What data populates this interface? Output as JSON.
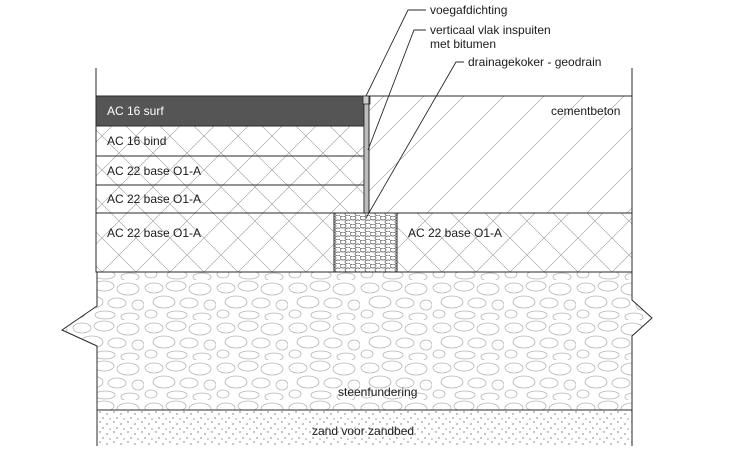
{
  "diagram": {
    "layers_left": [
      "AC 16 surf",
      "AC 16 bind",
      "AC 22 base O1-A",
      "AC 22 base O1-A",
      "AC 22 base O1-A"
    ],
    "layer_right_base": "AC 22 base O1-A",
    "concrete_label": "cementbeton",
    "subbase_label": "steenfundering",
    "sand_label": "zand voor zandbed",
    "callouts": {
      "joint_seal": "voegafdichting",
      "bitumen_line1": "verticaal vlak inspuiten",
      "bitumen_line2": "met bitumen",
      "drain": "drainagekoker - geodrain"
    },
    "colors": {
      "surf_fill": "#555555",
      "line": "#2a2a2a",
      "hatch": "#8a8a8a",
      "stone": "#b8b8b8"
    }
  }
}
